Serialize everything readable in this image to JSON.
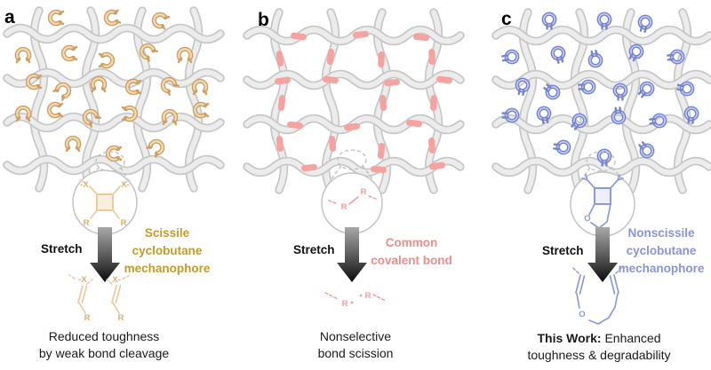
{
  "colors": {
    "strand_outer": "#C7C7C7",
    "strand_inner": "#ECECEC",
    "clamp_tan": "#CE9E62",
    "clamp_tan_light": "#F3DCB4",
    "segment_pink": "#F5A3A0",
    "ring_blue": "#7584CE",
    "ring_blue_light": "#C3CBF0",
    "lens_gray": "#C4C4C4",
    "dashed_gray": "#BDBDBD",
    "scissile_gold": "#C49A2B",
    "covalent_pink": "#F18C8C",
    "nonscissile_blue": "#8A94D8",
    "structure_tan": "#EBCA9C",
    "atom_tan": "#DBAD73",
    "structure_pink": "#F49B9B",
    "structure_blue": "#8C99DC",
    "arrow_light": "#A8A8A8",
    "arrow_dark": "#0B0B0B",
    "caption_black": "#1A1A1A"
  },
  "panels": [
    {
      "label": "a",
      "stretch_label": "Stretch",
      "mech_label": {
        "line1": "Scissile",
        "line2": "cyclobutane",
        "line3": "mechanophore"
      },
      "caption": {
        "line1": "Reduced toughness",
        "line2": "by weak bond cleavage"
      },
      "structure": {
        "top_left": "-X",
        "top_right": "X-",
        "bottom_left": "R",
        "bottom_right": "R"
      },
      "product": {
        "left_top": "-X",
        "right_top": "X-",
        "left_bottom": "R",
        "right_bottom": "R"
      }
    },
    {
      "label": "b",
      "stretch_label": "Stretch",
      "mech_label": {
        "line1": "Common",
        "line2": "covalent bond"
      },
      "caption": {
        "line1": "Nonselective",
        "line2": "bond scission"
      },
      "structure": {
        "left": "R",
        "right": "R"
      },
      "product": {
        "left": "R",
        "right": "R"
      }
    },
    {
      "label": "c",
      "stretch_label": "Stretch",
      "mech_label": {
        "line1": "Nonscissile",
        "line2": "cyclobutane",
        "line3": "mechanophore"
      },
      "caption": {
        "line1_bold": "This Work:",
        "line1_rest": " Enhanced",
        "line2": "toughness & degradability"
      },
      "structure": {
        "oxygen": "O"
      },
      "product": {
        "oxygen": "O"
      }
    }
  ]
}
